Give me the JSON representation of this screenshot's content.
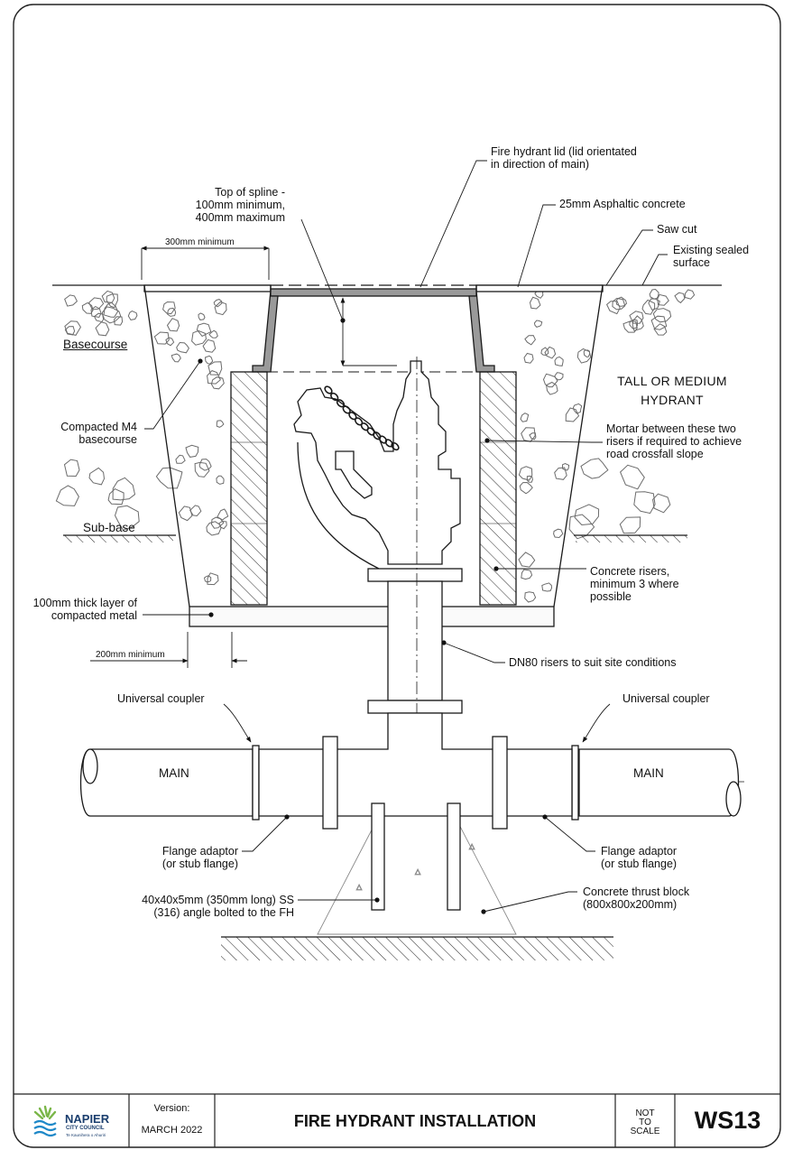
{
  "labels": {
    "lid": [
      "Fire hydrant lid (lid orientated",
      "in direction of main)"
    ],
    "spline": [
      "Top of spline -",
      "100mm minimum,",
      "400mm maximum"
    ],
    "asphalt": "25mm Asphaltic concrete",
    "sawcut": "Saw cut",
    "existing": [
      "Existing sealed",
      "surface"
    ],
    "dim300": "300mm minimum",
    "basecourse": "Basecourse",
    "subbase": "Sub-base",
    "tall": [
      "TALL OR MEDIUM",
      "HYDRANT"
    ],
    "compacted_m4": [
      "Compacted M4",
      "basecourse"
    ],
    "mortar": [
      "Mortar between these two",
      "risers if required to achieve",
      "road crossfall slope"
    ],
    "concrete_risers": [
      "Concrete risers,",
      "minimum 3 where",
      "possible"
    ],
    "metal_layer": [
      "100mm thick layer of",
      "compacted metal"
    ],
    "dim200": "200mm minimum",
    "dn80": "DN80 risers to suit site conditions",
    "coupler_left": "Universal coupler",
    "coupler_right": "Universal coupler",
    "main_left": "MAIN",
    "main_right": "MAIN",
    "flange_left": [
      "Flange adaptor",
      "(or stub flange)"
    ],
    "flange_right": [
      "Flange adaptor",
      "(or stub flange)"
    ],
    "angle": [
      "40x40x5mm (350mm long) SS",
      "(316) angle bolted to the FH"
    ],
    "thrust": [
      "Concrete thrust block",
      "(800x800x200mm)"
    ]
  },
  "titleblock": {
    "logo_name": "NAPIER",
    "logo_sub": "CITY COUNCIL",
    "logo_tag": "Te Kaunihera o Ahuriri",
    "version_label": "Version:",
    "version_value": "MARCH 2022",
    "title": "FIRE HYDRANT INSTALLATION",
    "scale": [
      "NOT",
      "TO",
      "SCALE"
    ],
    "sheet_id": "WS13"
  },
  "colors": {
    "line": "#1a1a1a",
    "aggregate": "#6b6b6b",
    "logo_green": "#7ab648",
    "logo_blue": "#1e88c8"
  }
}
